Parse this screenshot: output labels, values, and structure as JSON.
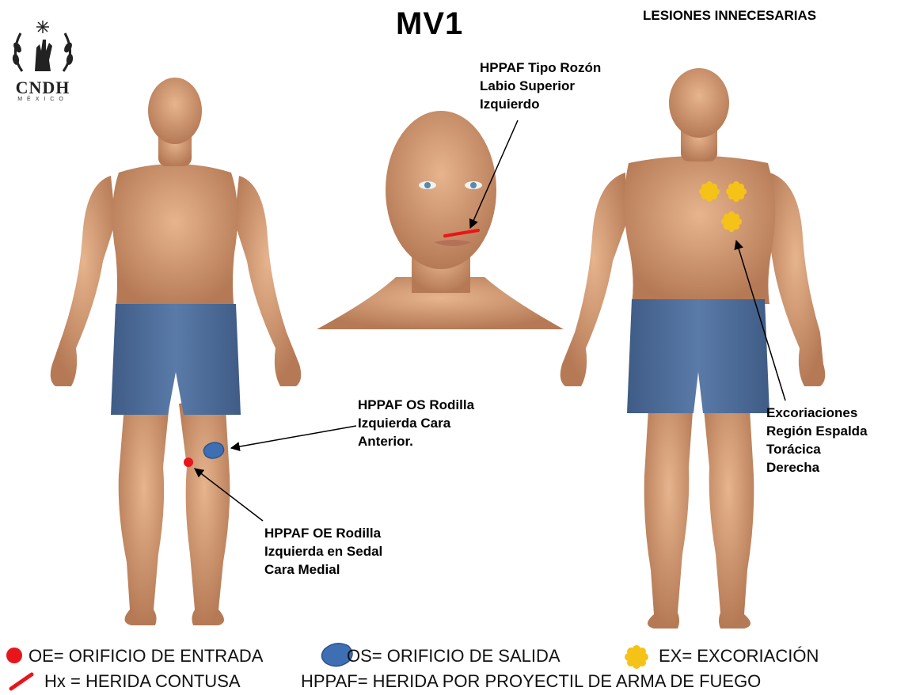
{
  "header": {
    "title": "MV1",
    "subtitle": "LESIONES INNECESARIAS"
  },
  "logo": {
    "name": "CNDH",
    "country": "MÉXICO"
  },
  "annotations": {
    "face": "HPPAF Tipo Rozón\nLabio Superior\nIzquierdo",
    "knee_exit": "HPPAF OS Rodilla\nIzquierda Cara\nAnterior.",
    "knee_entry": "HPPAF OE Rodilla\nIzquierda en Sedal\nCara Medial",
    "back": "Excoriaciones\nRegión Espalda\nTorácica\nDerecha"
  },
  "legend": {
    "entry": "OE= ORIFICIO DE ENTRADA",
    "exit": "OS= ORIFICIO DE SALIDA",
    "abrasion": "EX= EXCORIACIÓN",
    "contusion": "Hx = HERIDA  CONTUSA",
    "definition": "HPPAF=  HERIDA POR PROYECTIL DE ARMA DE FUEGO"
  },
  "colors": {
    "skin": "#d9a27c",
    "skin_shadow": "#b57a55",
    "shorts": "#4f6e99",
    "entry_red": "#e8151b",
    "exit_blue": "#3f6fb3",
    "abrasion_yellow": "#f5c318"
  }
}
